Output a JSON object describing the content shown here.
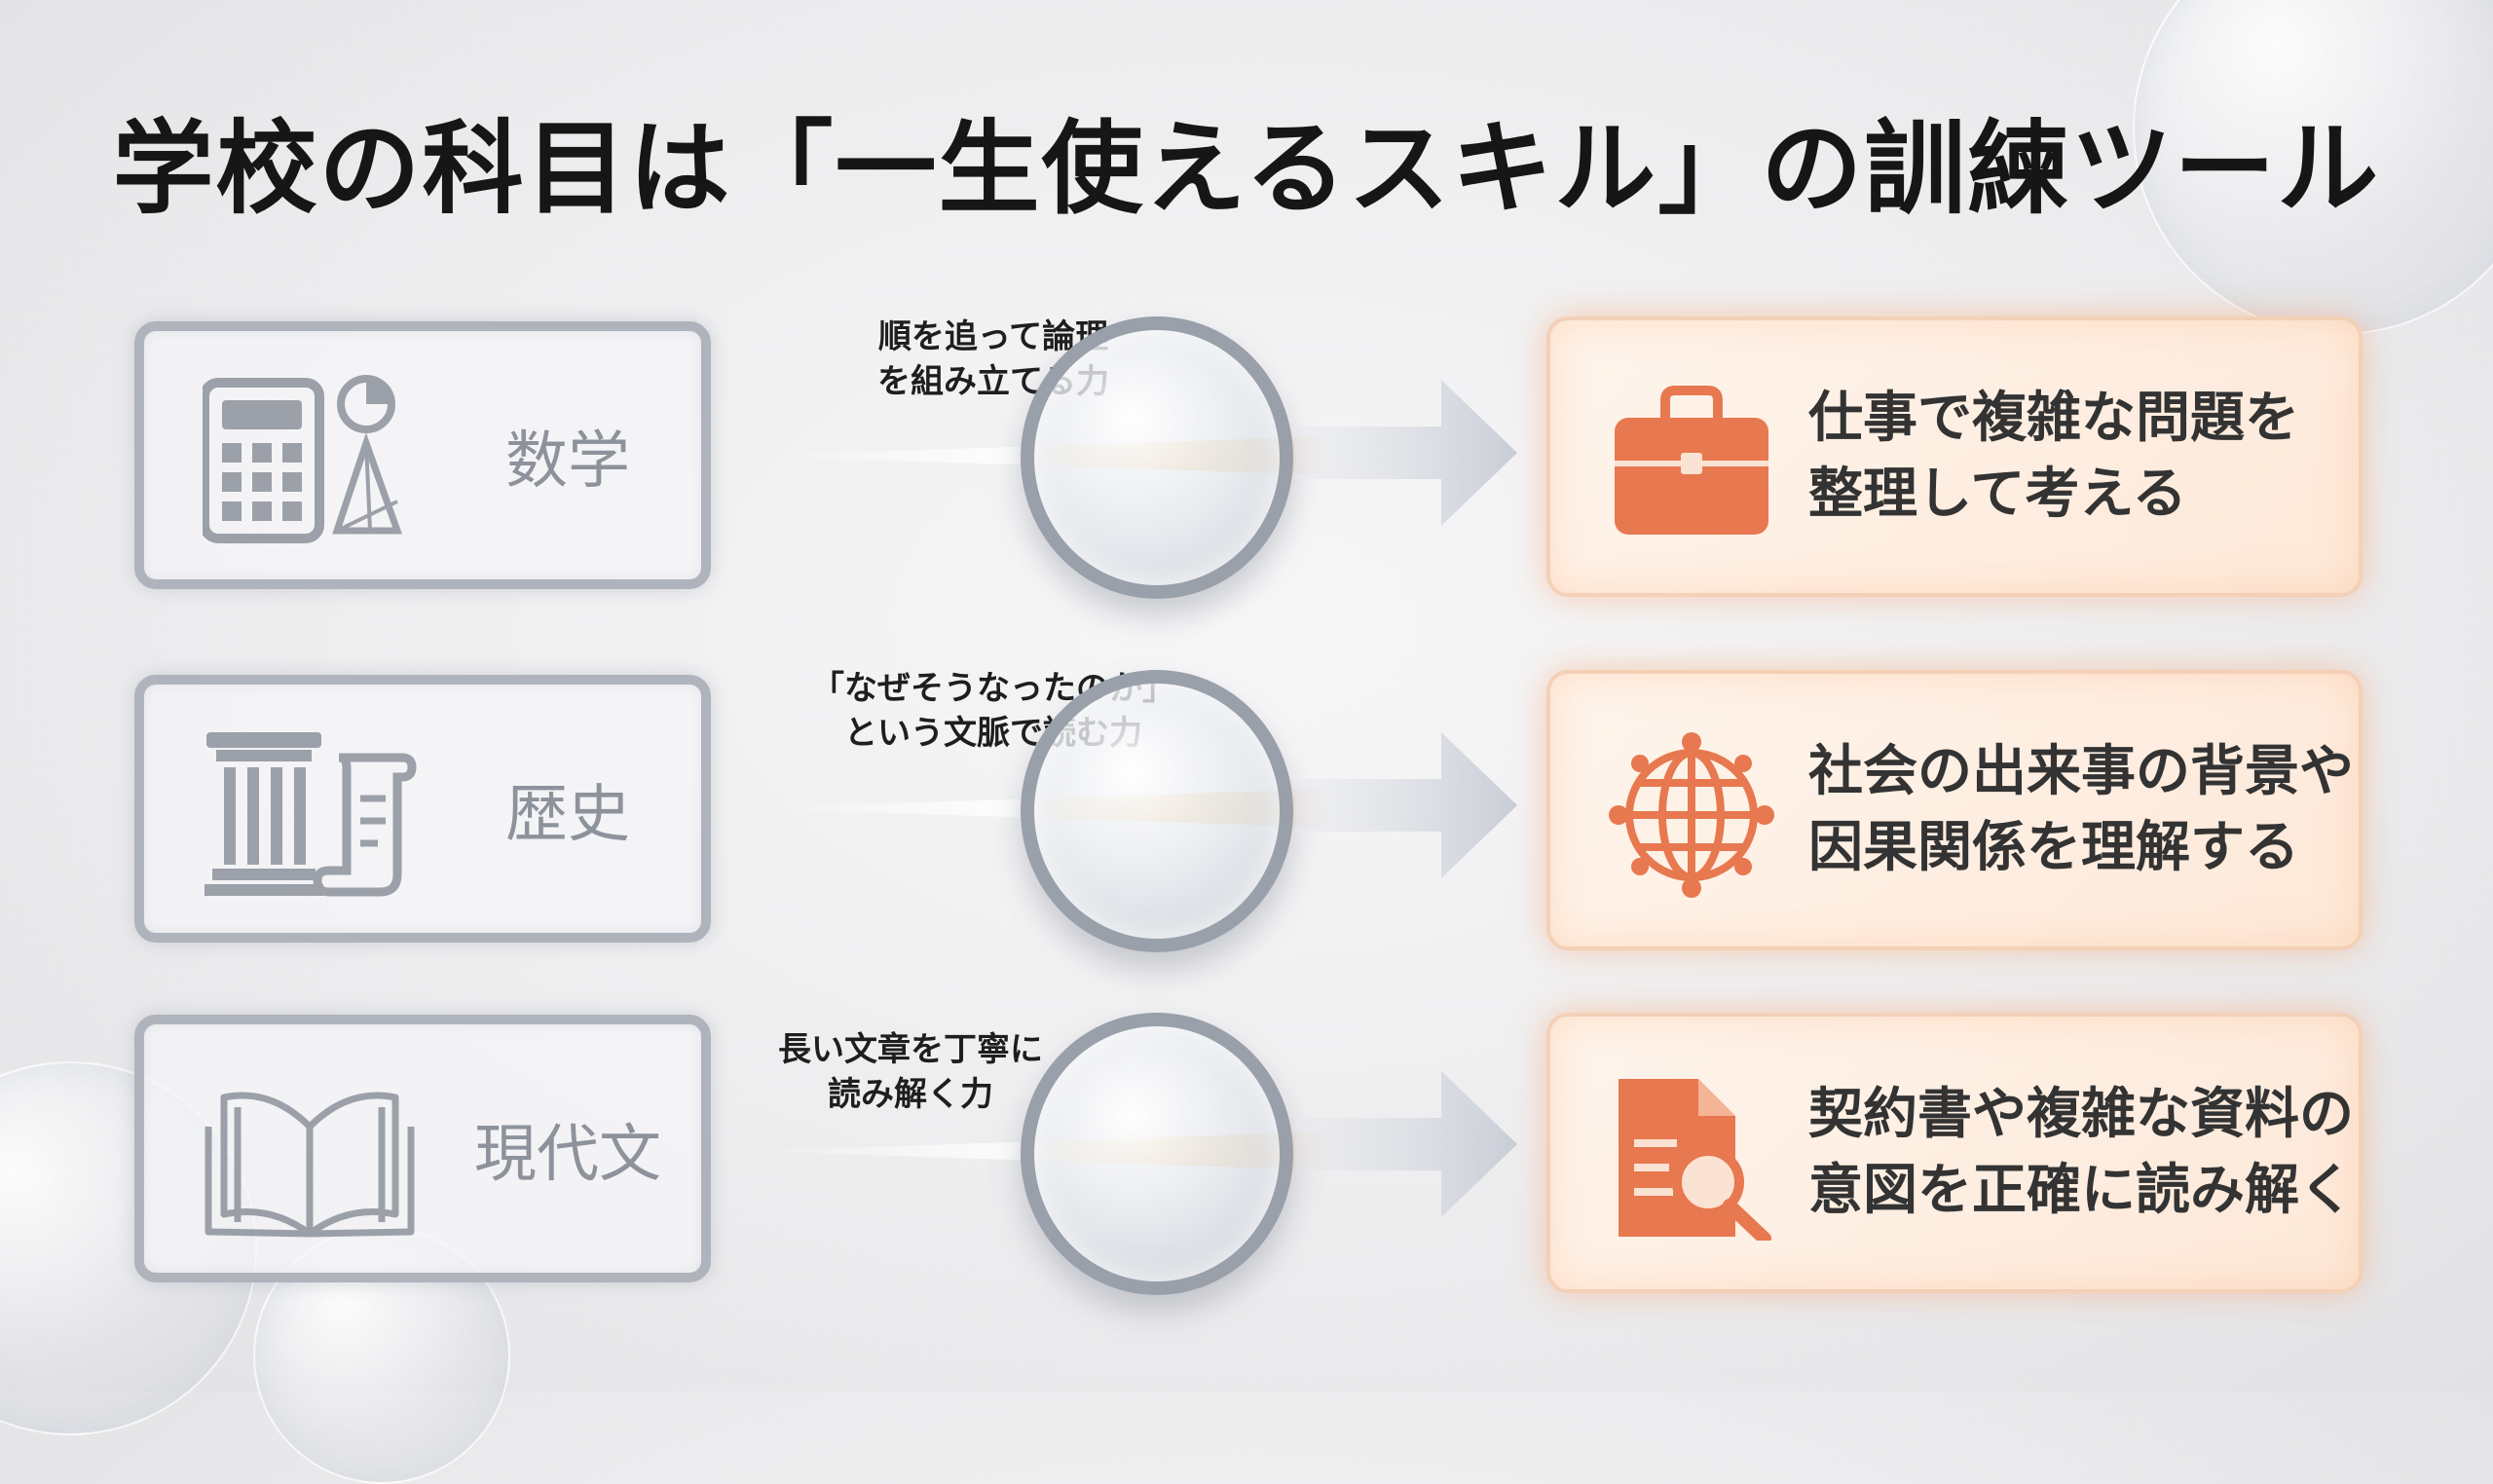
{
  "title": "学校の科目は「一生使えるスキル」の訓練ツール",
  "rows": [
    {
      "subject": "数学",
      "subject_icon": "calculator-geometry-icon",
      "skill_line1": "順を追って論理",
      "skill_line2": "を組み立てる力",
      "outcome_icon": "briefcase-icon",
      "outcome_line1": "仕事で複雑な問題を",
      "outcome_line2": "整理して考える"
    },
    {
      "subject": "歴史",
      "subject_icon": "column-scroll-icon",
      "skill_line1": "「なぜそうなったのか」",
      "skill_line2": "という文脈で読む力",
      "outcome_icon": "globe-network-icon",
      "outcome_line1": "社会の出来事の背景や",
      "outcome_line2": "因果関係を理解する"
    },
    {
      "subject": "現代文",
      "subject_icon": "open-book-icon",
      "skill_line1": "長い文章を丁寧に",
      "skill_line2": "読み解く力",
      "outcome_icon": "document-search-icon",
      "outcome_line1": "契約書や複雑な資料の",
      "outcome_line2": "意図を正確に読み解く"
    }
  ],
  "colors": {
    "accent": "#e8784f",
    "subject_border": "#aeb3bc",
    "subject_text": "#8d929b",
    "outcome_glow": "#f6aa78"
  }
}
